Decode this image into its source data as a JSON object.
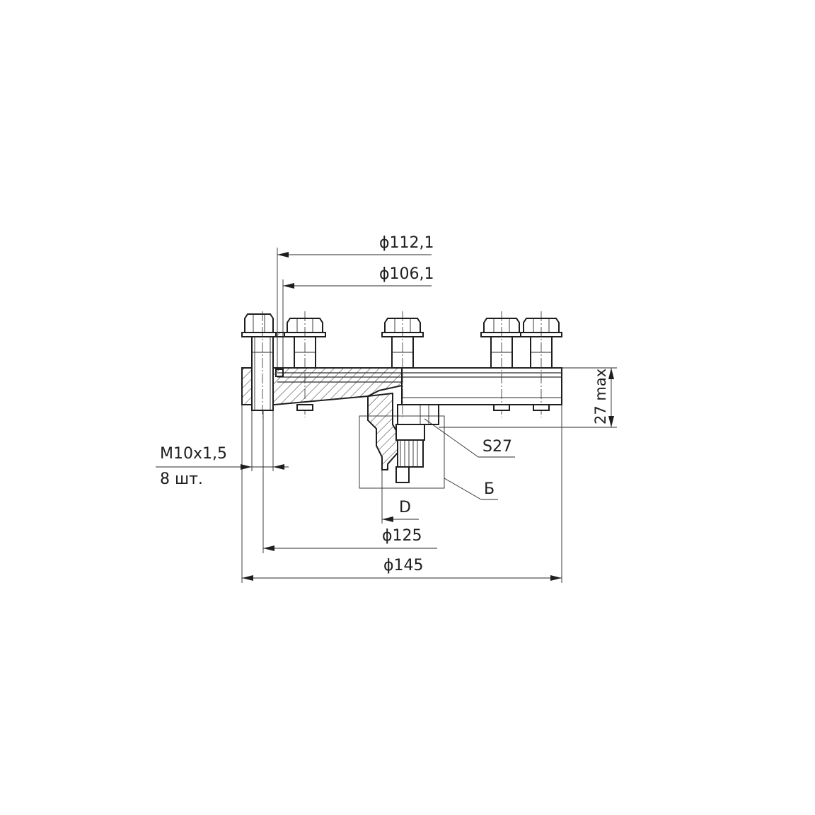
{
  "dimensions": {
    "d112": "ϕ112,1",
    "d106": "ϕ106,1",
    "d125": "ϕ125",
    "d145": "ϕ145",
    "height": "27 max",
    "wrench": "S27",
    "port": "D"
  },
  "callouts": {
    "thread": "M10x1,5",
    "quantity": "8 шт.",
    "detail": "Б"
  }
}
